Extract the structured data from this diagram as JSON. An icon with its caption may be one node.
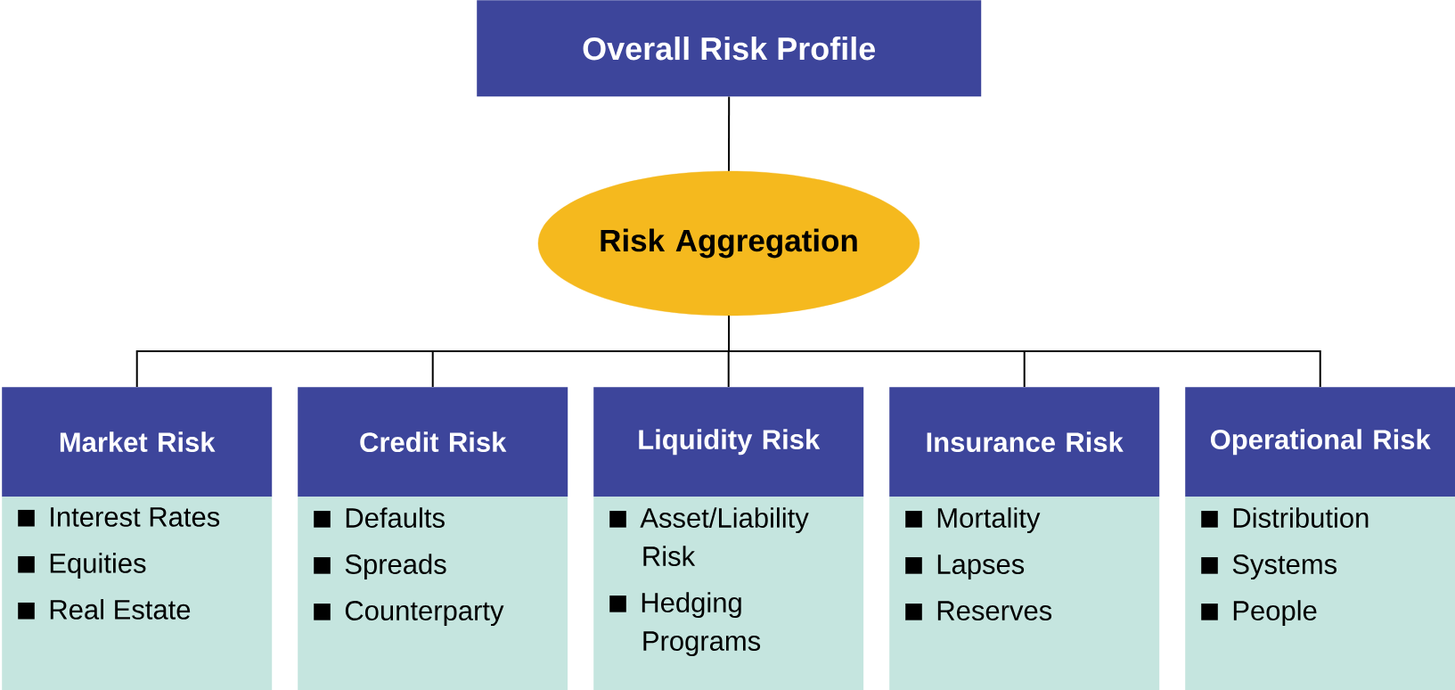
{
  "diagram": {
    "nodes": [
      {
        "text": [
          "Overall Risk Profile"
        ]
      },
      {
        "text": [
          "Risk Aggregation"
        ]
      },
      {
        "text": [
          "Market Risk"
        ]
      },
      {
        "text": [
          "Interest Rates",
          "Equities",
          "Real Estate"
        ]
      },
      {
        "text": [
          "Credit Risk"
        ]
      },
      {
        "text": [
          "Defaults",
          "Spreads",
          "Counterparty"
        ]
      },
      {
        "text": [
          "Liquidity Risk"
        ]
      },
      {
        "text": [
          "Asset/Liability Risk",
          "Hedging Programs"
        ]
      },
      {
        "text": [
          "Insurance Risk"
        ]
      },
      {
        "text": [
          "Mortality",
          "Lapses",
          "Reserves"
        ]
      },
      {
        "text": [
          "Operational Risk"
        ]
      },
      {
        "text": [
          "Distribution",
          "Systems",
          "People"
        ]
      }
    ],
    "edges": [
      {
        "from": 0,
        "to": 1,
        "arrow": "none"
      },
      {
        "from": 1,
        "to": 2,
        "arrow": "none"
      },
      {
        "from": 1,
        "to": 4,
        "arrow": "none"
      },
      {
        "from": 1,
        "to": 6,
        "arrow": "none"
      },
      {
        "from": 1,
        "to": 8,
        "arrow": "none"
      },
      {
        "from": 1,
        "to": 10,
        "arrow": "none"
      }
    ]
  }
}
